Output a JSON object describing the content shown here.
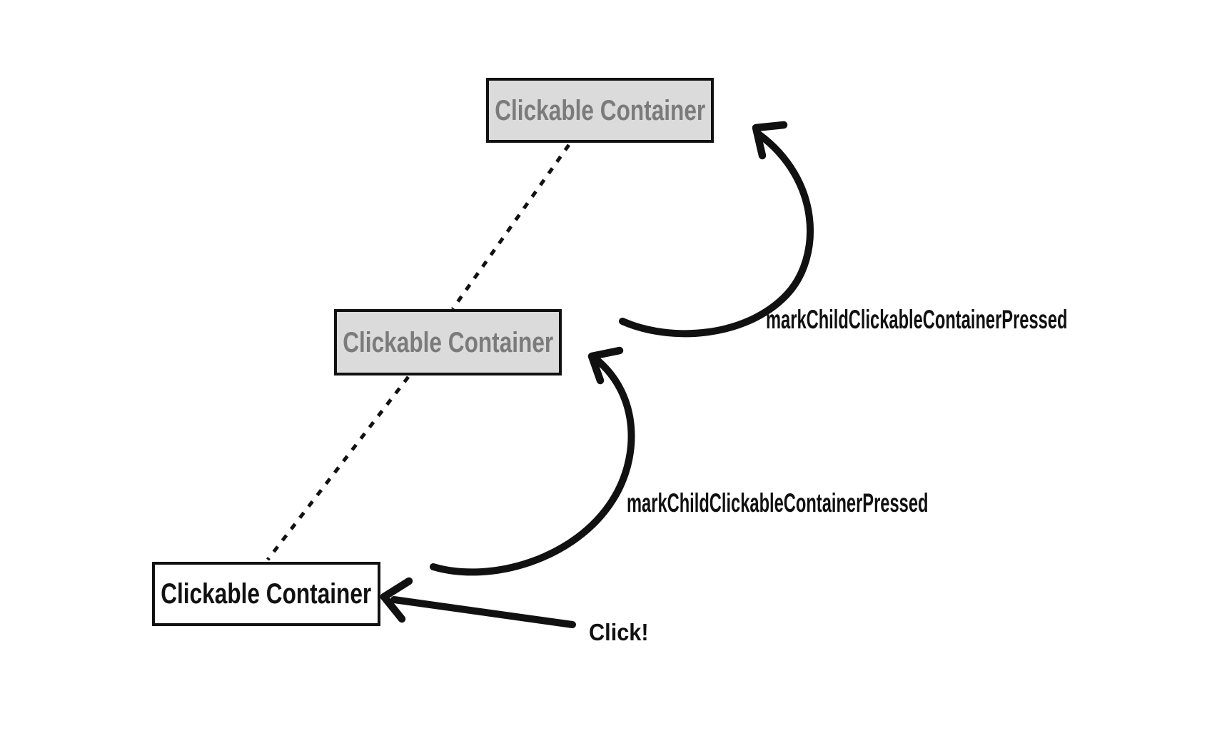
{
  "diagram": {
    "boxes": [
      {
        "label": "Clickable Container",
        "level": "grandparent",
        "fill": "#dbdbdb",
        "text_color": "#7b7b7b"
      },
      {
        "label": "Clickable Container",
        "level": "parent",
        "fill": "#dbdbdb",
        "text_color": "#7b7b7b"
      },
      {
        "label": "Clickable Container",
        "level": "child",
        "fill": "#ffffff",
        "text_color": "#111111"
      }
    ],
    "arrows": [
      {
        "label": "markChildClickableContainerPressed",
        "from": "parent",
        "to": "grandparent",
        "style": "curved"
      },
      {
        "label": "markChildClickableContainerPressed",
        "from": "child",
        "to": "parent",
        "style": "curved"
      },
      {
        "label": "Click!",
        "from": "user",
        "to": "child",
        "style": "straight"
      }
    ],
    "connectors": [
      {
        "between": [
          "grandparent",
          "parent"
        ],
        "style": "dashed"
      },
      {
        "between": [
          "parent",
          "child"
        ],
        "style": "dashed"
      }
    ],
    "colors": {
      "background": "#ffffff",
      "stroke": "#111111"
    }
  }
}
